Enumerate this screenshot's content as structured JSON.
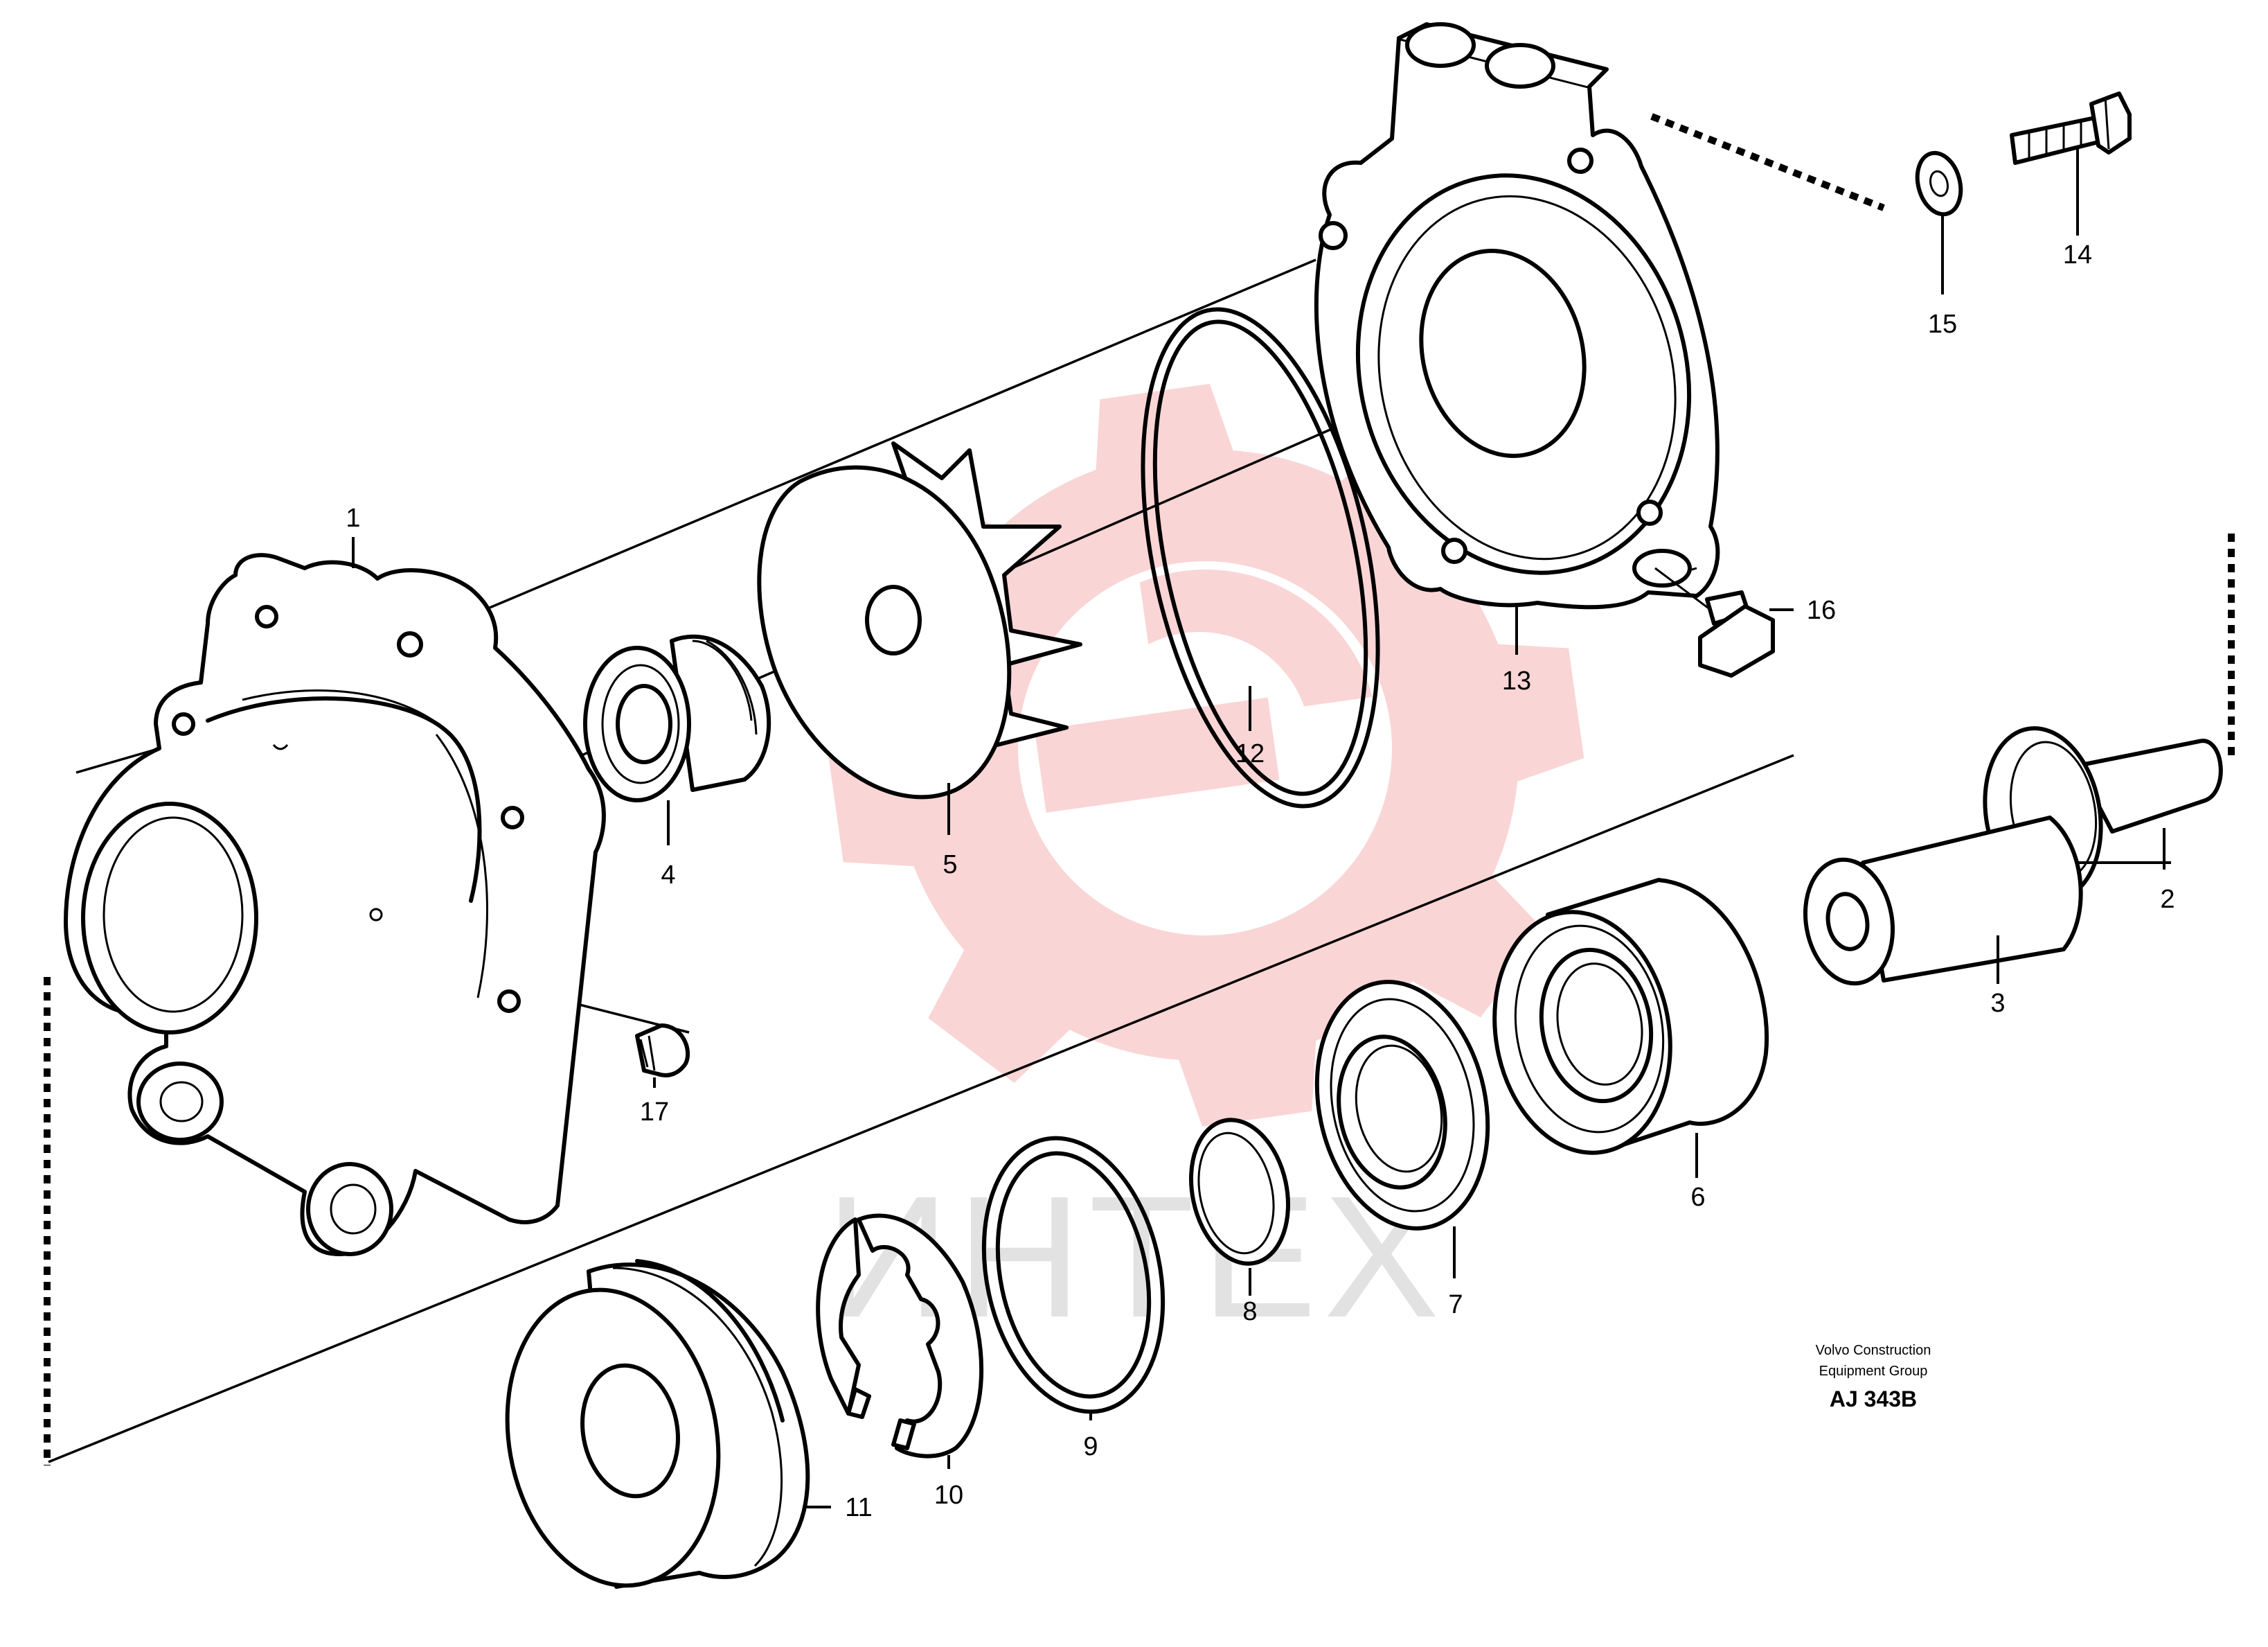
{
  "diagram": {
    "part_numbers": [
      "1",
      "2",
      "3",
      "4",
      "5",
      "6",
      "7",
      "8",
      "9",
      "10",
      "11",
      "12",
      "13",
      "14",
      "15",
      "16",
      "17"
    ],
    "publisher_lines": [
      "Volvo Construction",
      "Equipment Group"
    ],
    "illustration_code": "AJ 343B"
  },
  "watermark": {
    "text": "ИНТЕХ",
    "gear_color": "#f08a8a",
    "text_color": "#d9d9d9"
  }
}
